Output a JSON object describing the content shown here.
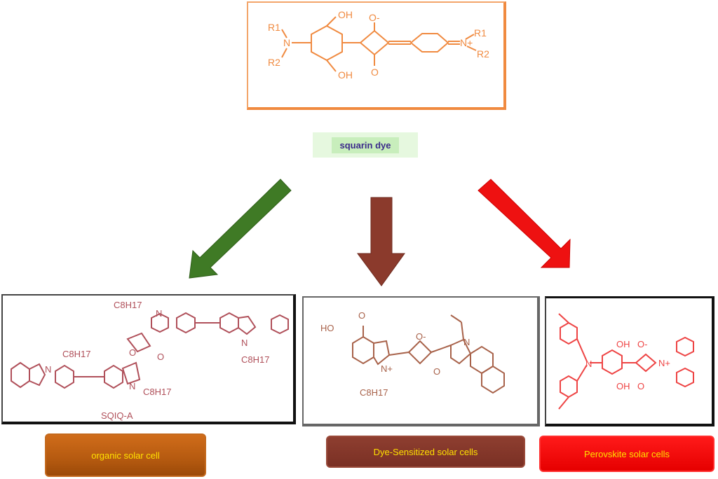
{
  "title_molecule": {
    "name": "squarin dye",
    "labels": [
      "R1",
      "R2",
      "OH",
      "OH",
      "O-",
      "O",
      "R1",
      "R2",
      "N",
      "N+"
    ]
  },
  "arrows": [
    {
      "direction": "down-left",
      "color": "#3f7a25"
    },
    {
      "direction": "down",
      "color": "#8b3a2c"
    },
    {
      "direction": "down-right",
      "color": "#ee1111"
    }
  ],
  "panels": [
    {
      "compound": "SQIQ-A",
      "atoms": [
        "C8H17",
        "C8H17",
        "C8H17",
        "C8H17",
        "N",
        "N",
        "N",
        "N",
        "O",
        "O"
      ],
      "color": "#b0505a"
    },
    {
      "compound": "",
      "atoms": [
        "HO",
        "O",
        "C8H17",
        "O-",
        "O",
        "N+",
        "N"
      ],
      "color": "#a8624a"
    },
    {
      "compound": "",
      "atoms": [
        "OH",
        "O-",
        "OH",
        "O",
        "N",
        "N+"
      ],
      "color": "#ee4444"
    }
  ],
  "buttons": [
    {
      "label": "organic solar cell"
    },
    {
      "label": "Dye-Sensitized solar cells"
    },
    {
      "label": "Perovskite solar cells"
    }
  ],
  "colors": {
    "top_border": "#f08a40",
    "molecule_top": "#f08a40",
    "label_bg": "#c8eebc",
    "label_text": "#3a2a8a",
    "button_text": "#ffe000"
  }
}
